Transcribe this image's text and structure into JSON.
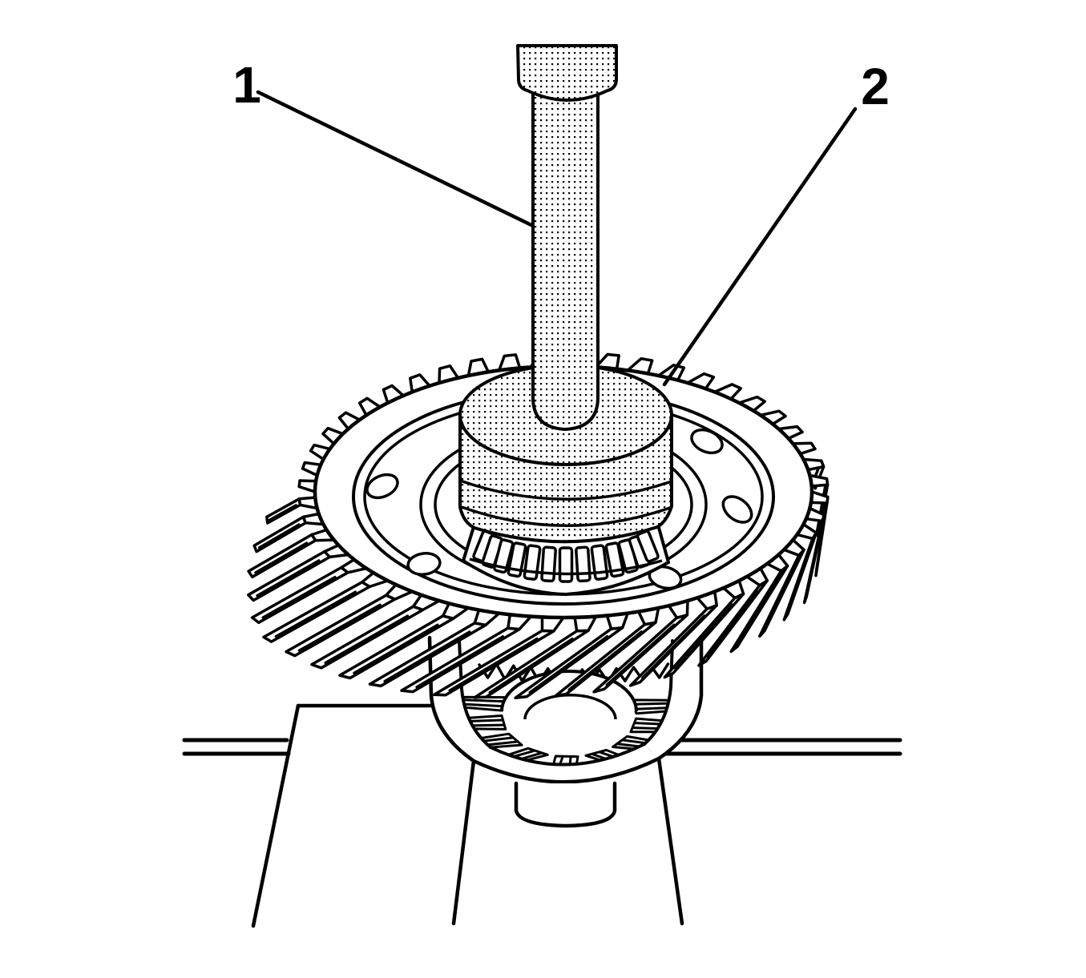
{
  "figure": {
    "background_color": "#ffffff",
    "line_color": "#000000",
    "fill_color": "#ffffff",
    "texture": "stipple-dots",
    "callouts": [
      {
        "label": "1",
        "part": "press-ram-shaft"
      },
      {
        "label": "2",
        "part": "bearing-installer-tool"
      }
    ],
    "parts": [
      {
        "name": "press-ram-shaft",
        "texture": "stippled"
      },
      {
        "name": "bearing-installer-tool",
        "texture": "stippled"
      },
      {
        "name": "final-drive-ring-gear"
      },
      {
        "name": "tapered-roller-bearing"
      },
      {
        "name": "pinion-bevel-gear"
      },
      {
        "name": "differential-case"
      },
      {
        "name": "press-support-block"
      },
      {
        "name": "workbench-surface"
      }
    ]
  }
}
